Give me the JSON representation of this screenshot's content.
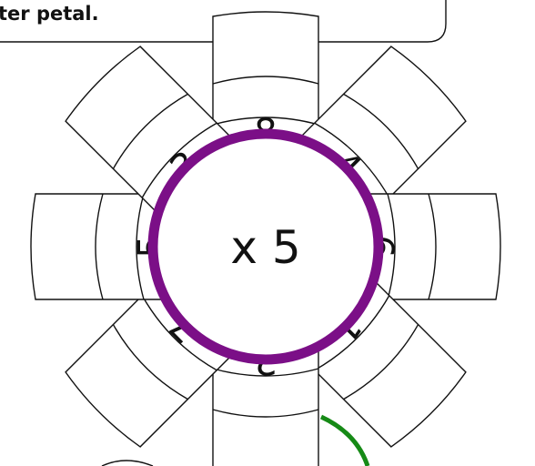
{
  "instruction": {
    "text": "ter petal."
  },
  "center": {
    "label": "x 5",
    "ring_color": "#7b0f87"
  },
  "petals": [
    {
      "id": "top",
      "label": "8"
    },
    {
      "id": "top-right",
      "label": "4"
    },
    {
      "id": "right",
      "label": "6"
    },
    {
      "id": "bottom-right",
      "label": "1"
    },
    {
      "id": "bottom",
      "label": "2"
    },
    {
      "id": "bottom-left",
      "label": "7"
    },
    {
      "id": "left",
      "label": "5"
    },
    {
      "id": "top-left",
      "label": "3"
    }
  ],
  "stem": {
    "color": "#168a16"
  }
}
